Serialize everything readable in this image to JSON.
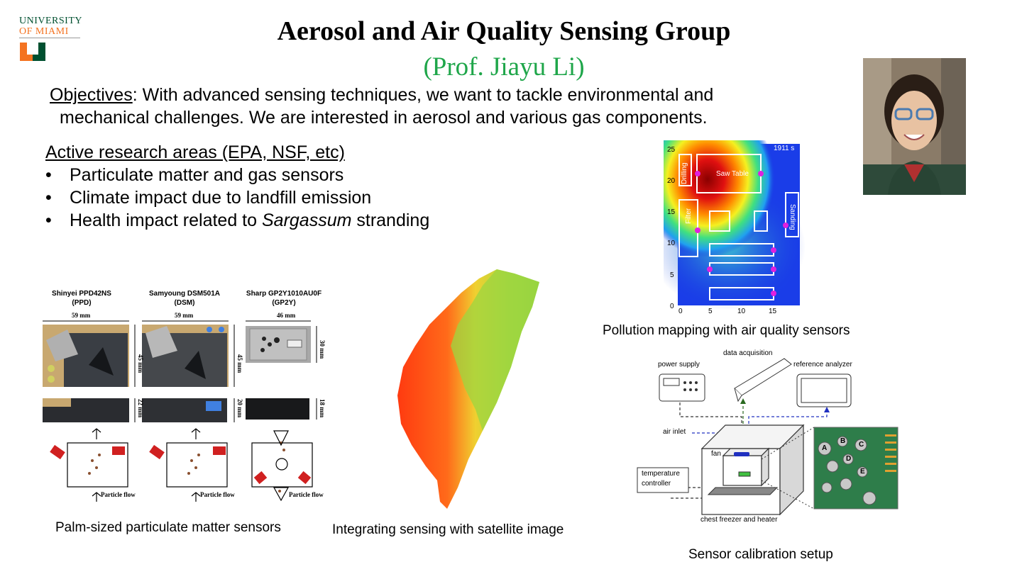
{
  "logo": {
    "line1": "UNIVERSITY",
    "line2": "OF MIAMI"
  },
  "title": "Aerosol and Air Quality Sensing Group",
  "subtitle": "(Prof. Jiayu Li)",
  "objectives": {
    "label": "Objectives",
    "line1": ": With advanced sensing techniques, we want to tackle environmental and",
    "line2": "mechanical challenges. We are interested in aerosol and various gas components."
  },
  "research": {
    "heading": "Active research areas (EPA, NSF, etc)",
    "item1": "Particulate matter and gas sensors",
    "item2": "Climate impact due to landfill emission",
    "item3_prefix": "Health impact related to ",
    "item3_italic": "Sargassum",
    "item3_suffix": " stranding"
  },
  "sensors": {
    "s1_name": "Shinyei PPD42NS",
    "s1_abbr": "(PPD)",
    "s1_w": "59 mm",
    "s1_h": "45 mm",
    "s1_d": "22 mm",
    "s2_name": "Samyoung DSM501A",
    "s2_abbr": "(DSM)",
    "s2_w": "59 mm",
    "s2_h": "45 mm",
    "s2_d": "20 mm",
    "s3_name": "Sharp GP2Y1010AU0F",
    "s3_abbr": "(GP2Y)",
    "s3_w": "46 mm",
    "s3_h": "30 mm",
    "s3_d": "18 mm",
    "flow": "Particle flow",
    "caption": "Palm-sized particulate matter sensors"
  },
  "satellite": {
    "caption": "Integrating sensing with satellite image"
  },
  "pollution_map": {
    "time": "1911 s",
    "saw_table": "Saw Table",
    "drilling": "Drilling",
    "filter": "Filter",
    "sanding": "Sanding",
    "y_ticks": [
      "25",
      "20",
      "15",
      "10",
      "5",
      "0"
    ],
    "x_ticks": [
      "0",
      "5",
      "10",
      "15"
    ],
    "caption": "Pollution mapping with air quality sensors"
  },
  "calibration": {
    "power_supply": "power supply",
    "data_acquisition": "data acquisition",
    "reference_analyzer": "reference analyzer",
    "air_inlet": "air inlet",
    "fan": "fan",
    "temp_controller_1": "temperature",
    "temp_controller_2": "controller",
    "chest": "chest freezer and heater",
    "caption": "Sensor calibration setup",
    "board_labels": [
      "A",
      "B",
      "C",
      "D",
      "E"
    ]
  },
  "colors": {
    "green": "#1fa64a",
    "um_green": "#005030",
    "um_orange": "#f47321"
  }
}
